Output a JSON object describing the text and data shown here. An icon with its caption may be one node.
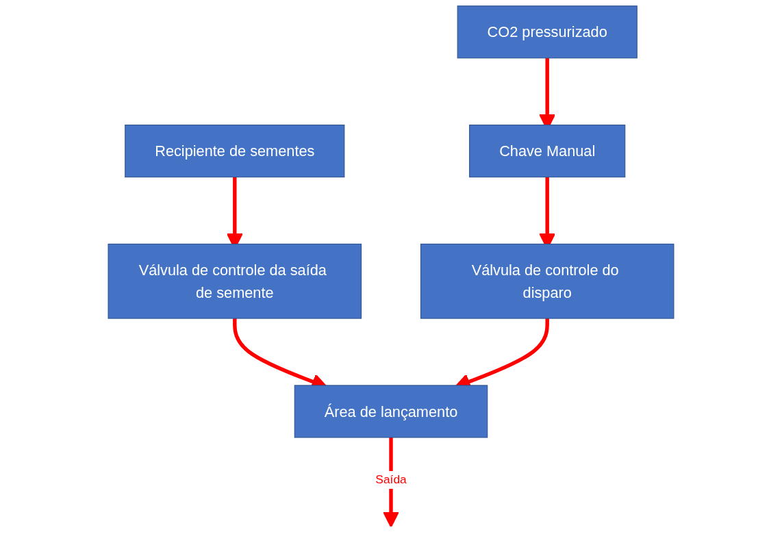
{
  "diagram": {
    "nodes": [
      {
        "text": [
          "CO2 pressurizado"
        ]
      },
      {
        "text": [
          "Chave Manual"
        ]
      },
      {
        "text": [
          "Válvula de controle do disparo"
        ]
      },
      {
        "text": [
          "Recipiente de sementes"
        ]
      },
      {
        "text": [
          "Válvula de controle da saída de semente"
        ]
      },
      {
        "text": [
          "Área de lançamento"
        ]
      }
    ],
    "edges": [
      {
        "from": 0,
        "to": 1,
        "arrow": "to"
      },
      {
        "from": 1,
        "to": 2,
        "arrow": "to"
      },
      {
        "from": 3,
        "to": 4,
        "arrow": "to"
      },
      {
        "from": 4,
        "to": 5,
        "arrow": "to"
      },
      {
        "from": 2,
        "to": 5,
        "arrow": "to"
      },
      {
        "from": 5,
        "to": null,
        "arrow": "to",
        "label": "Saída"
      }
    ]
  }
}
